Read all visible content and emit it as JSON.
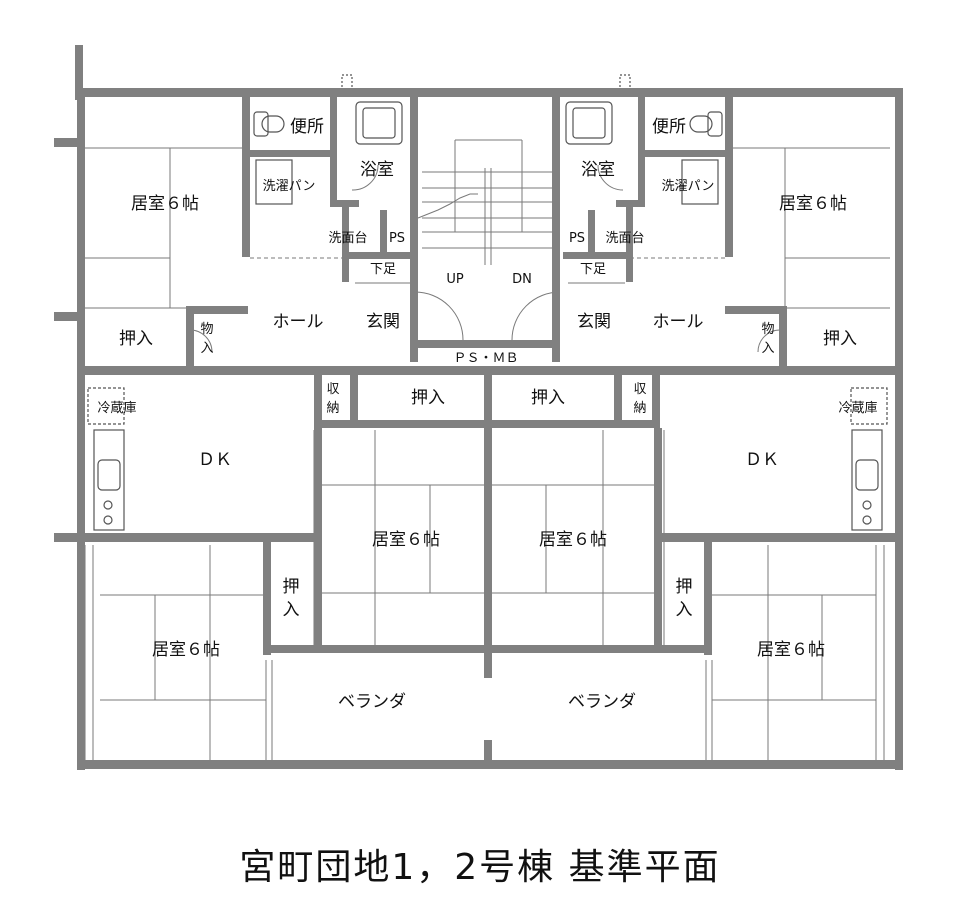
{
  "caption": "宮町団地1，2号棟 基準平面",
  "rooms": {
    "toilet": "便所",
    "bath": "浴室",
    "laundry_pan": "洗濯パン",
    "washstand": "洗面台",
    "ps": "PS",
    "shoe_box": "下足",
    "entrance": "玄関",
    "hall": "ホール",
    "living_6jo": "居室６帖",
    "closet": "押入",
    "storage_mono": "物入",
    "storage_shuno": "収納",
    "fridge": "冷蔵庫",
    "dk": "ＤＫ",
    "veranda": "ベランダ",
    "ps_mb": "ＰＳ・ＭＢ",
    "stair_up": "UP",
    "stair_down": "DN"
  },
  "colors": {
    "wall": "#808080",
    "line": "#555555",
    "thin": "#999999"
  }
}
